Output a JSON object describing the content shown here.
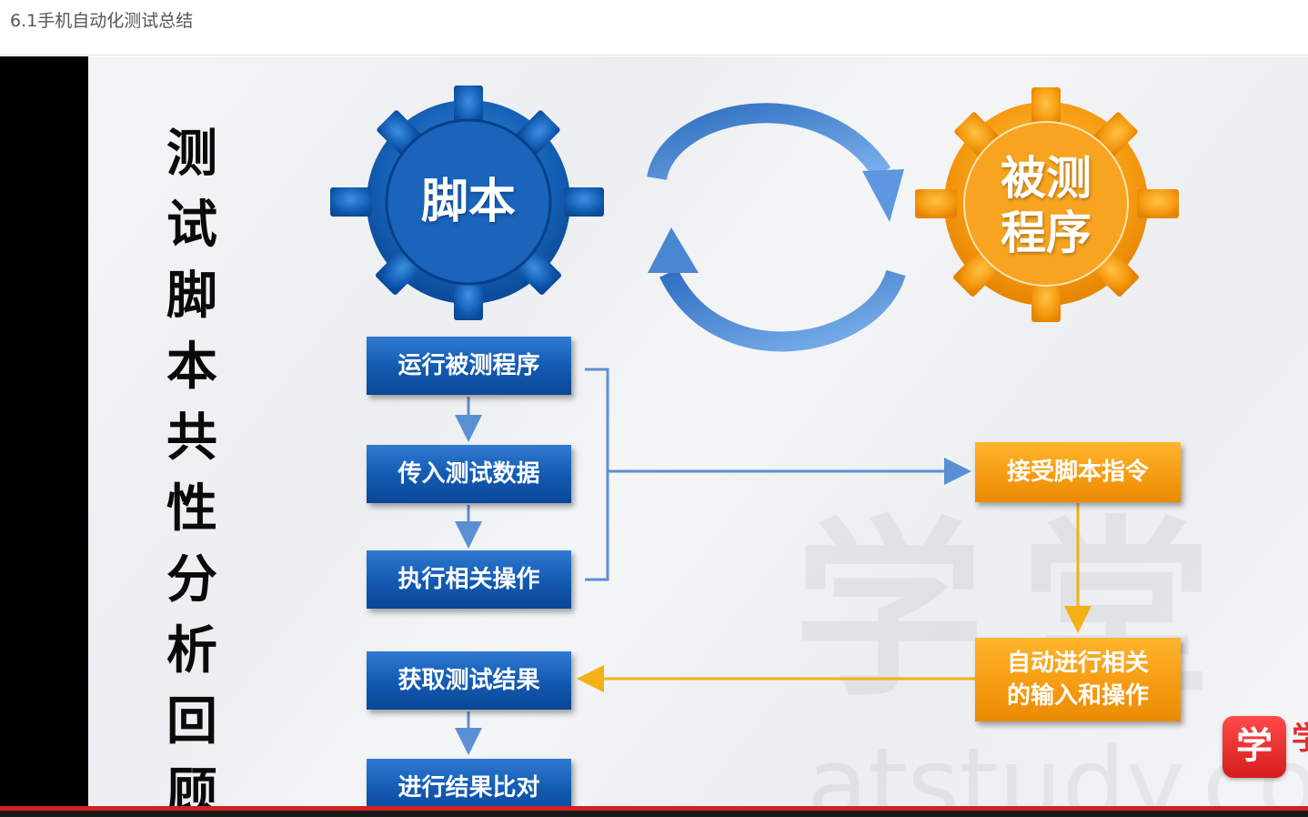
{
  "header": {
    "title": "6.1手机自动化测试总结"
  },
  "slide": {
    "vertical_title": [
      "测",
      "试",
      "脚",
      "本",
      "共",
      "性",
      "分",
      "析",
      "回",
      "顾"
    ],
    "gear_script": "脚本",
    "gear_program": [
      "被测",
      "程序"
    ],
    "left_steps": [
      "运行被测程序",
      "传入测试数据",
      "执行相关操作",
      "获取测试结果",
      "进行结果比对"
    ],
    "right_steps": [
      [
        "接受脚本指令"
      ],
      [
        "自动进行相关",
        "的输入和操作"
      ]
    ],
    "colors": {
      "blue": "#1259b0",
      "orange": "#f59a10",
      "arrow_blue": "#5b8fd4",
      "arrow_orange": "#f3b017"
    }
  },
  "watermark": {
    "big": "学堂",
    "url": "atstudy.com"
  },
  "logo": {
    "char": "学",
    "side": "学"
  },
  "video": {
    "progress_percent": 100
  }
}
